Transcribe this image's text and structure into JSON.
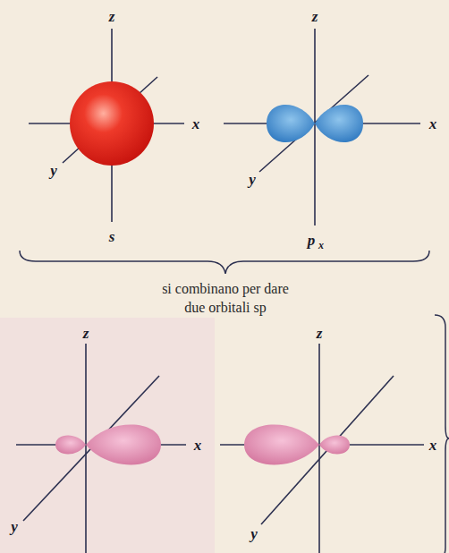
{
  "diagram": {
    "labels": [
      "z",
      "x",
      "y",
      "s",
      "z",
      "x",
      "y",
      "p",
      "x",
      "si combinano per dare due orbitali sp",
      "z",
      "x",
      "y",
      "z",
      "x",
      "y"
    ]
  }
}
